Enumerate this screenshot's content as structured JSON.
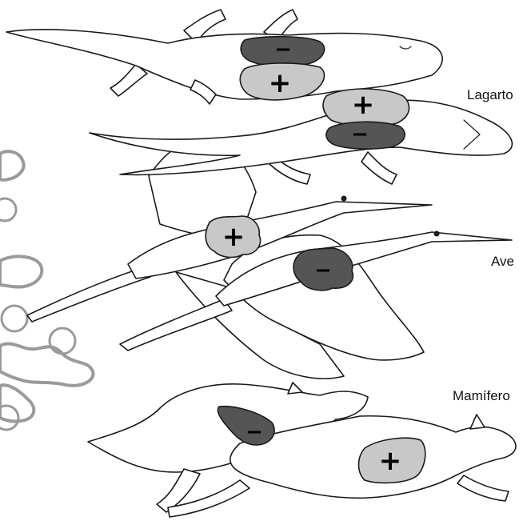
{
  "labels": {
    "lizard": "Lagarto",
    "bird": "Ave",
    "mammal": "Mamífero"
  },
  "signs": {
    "positive": "+",
    "negative": "−"
  },
  "colors": {
    "positive_fill": "#c8c8c8",
    "negative_fill": "#555555",
    "outline": "#1a1a1a",
    "background": "#ffffff"
  }
}
